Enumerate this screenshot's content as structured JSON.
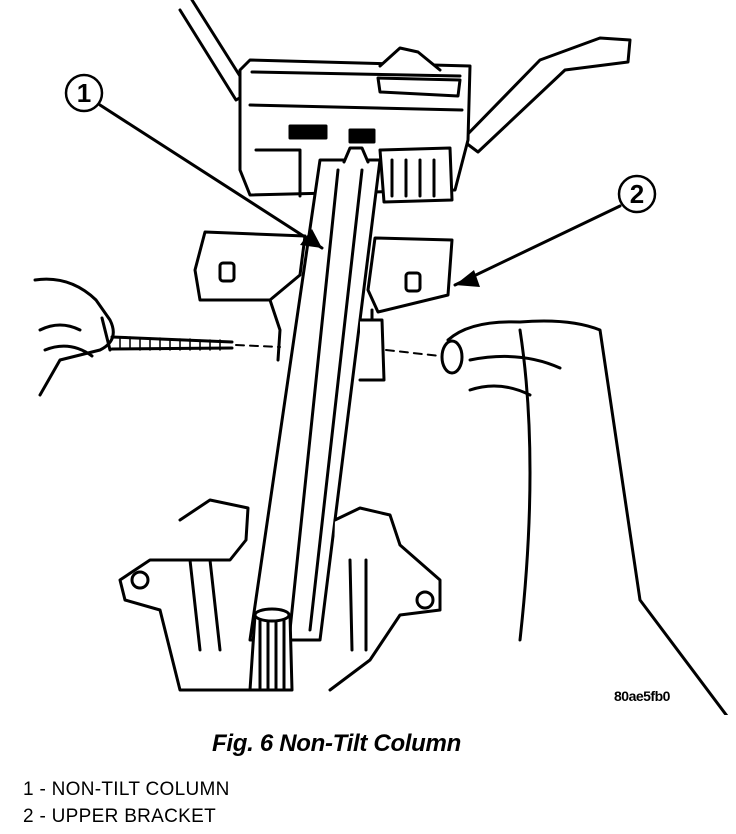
{
  "figure": {
    "caption": "Fig. 6 Non-Tilt Column",
    "image_code": "80ae5fb0",
    "callouts": [
      "1",
      "2"
    ],
    "legend": [
      {
        "text": "1 - NON-TILT COLUMN"
      },
      {
        "text": "2 - UPPER BRACKET"
      }
    ]
  }
}
